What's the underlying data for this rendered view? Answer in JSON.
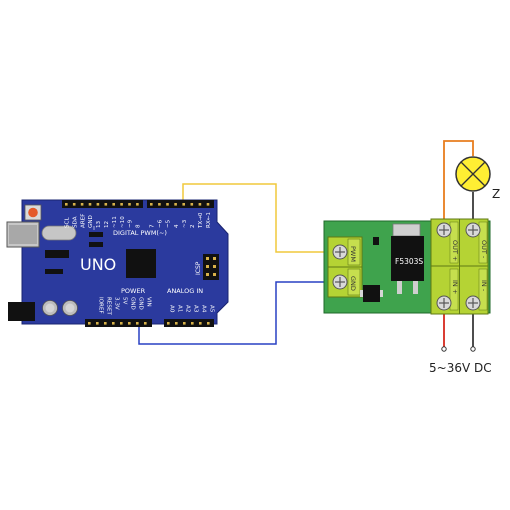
{
  "arduino": {
    "pins_top": [
      "SCL",
      "SDA",
      "AREF",
      "GND",
      "13",
      "12",
      "~11",
      "~10",
      "~9",
      "8",
      "7",
      "~6",
      "~5",
      "4",
      "~3",
      "2",
      "TX→0",
      "RX←1"
    ],
    "digital_label": "DIGITAL PWM(~)",
    "board_name": "UNO",
    "icsp_label": "ICSP",
    "power_label": "POWER",
    "analog_label": "ANALOG IN",
    "pins_power": [
      "IOREF",
      "RESET",
      "3.3V",
      "5V",
      "GND",
      "GND",
      "VIN"
    ],
    "pins_analog": [
      "A0",
      "A1",
      "A2",
      "A3",
      "A4",
      "A5"
    ]
  },
  "module": {
    "chip_label": "F5303S",
    "pwm_label": "PWM",
    "gnd_label": "GND",
    "out_plus_label": "OUT +",
    "out_minus_label": "OUT -",
    "in_plus_label": "IN +",
    "in_minus_label": "IN -"
  },
  "load": {
    "label": "Z"
  },
  "supply": {
    "label": "5~36V DC"
  },
  "colors": {
    "board_blue": "#2b3a9e",
    "pcb_green": "#3fa34d",
    "terminal_green": "#b5d334",
    "wire_yellow": "#f0c93c",
    "wire_blue": "#2940c4",
    "wire_orange": "#e87d1e",
    "wire_red": "#d6281e",
    "lamp_yellow": "#ffee33"
  }
}
